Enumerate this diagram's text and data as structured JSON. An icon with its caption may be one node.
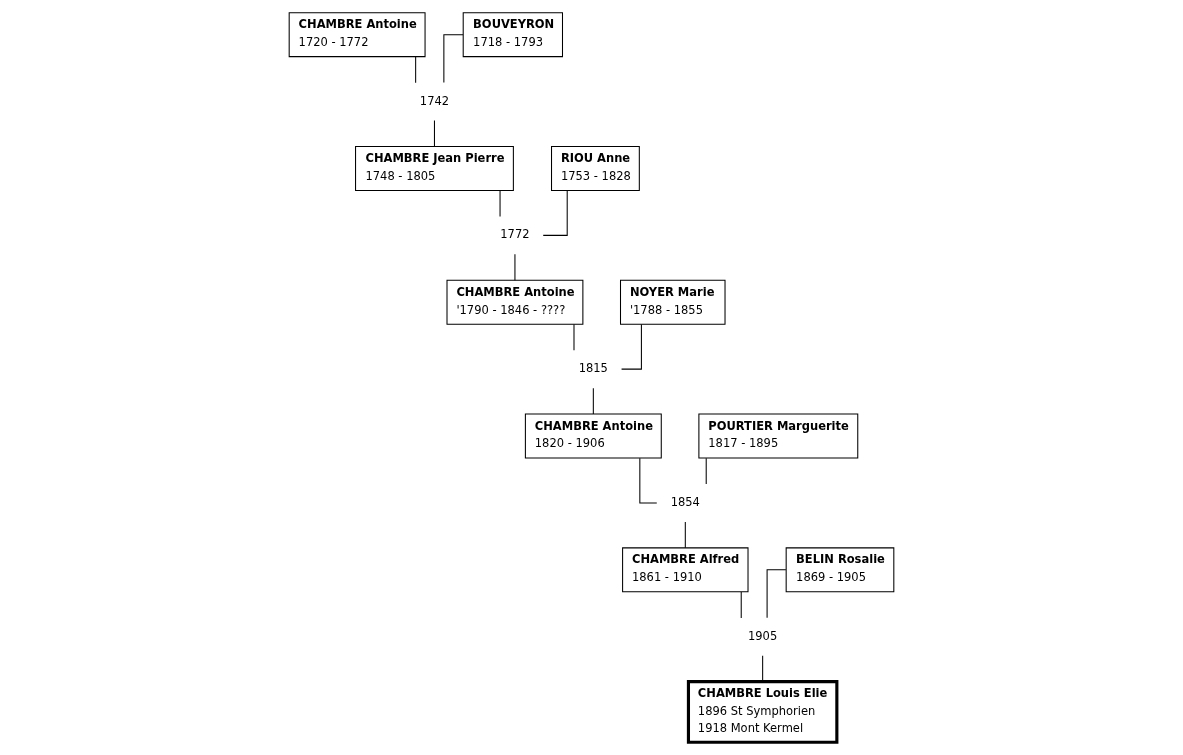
{
  "diagram": {
    "nodes": [
      {
        "text": [
          "CHAMBRE Antoine",
          "1720 - 1772"
        ]
      },
      {
        "text": [
          "BOUVEYRON",
          "1718 - 1793"
        ]
      },
      {
        "text": [
          "1742"
        ]
      },
      {
        "text": [
          "CHAMBRE Jean Pierre",
          "1748 - 1805"
        ]
      },
      {
        "text": [
          "RIOU Anne",
          "1753 - 1828"
        ]
      },
      {
        "text": [
          "1772"
        ]
      },
      {
        "text": [
          "CHAMBRE Antoine",
          "'1790 - 1846 - ????"
        ]
      },
      {
        "text": [
          "NOYER Marie",
          "'1788 - 1855"
        ]
      },
      {
        "text": [
          "1815"
        ]
      },
      {
        "text": [
          "CHAMBRE Antoine",
          "1820 - 1906"
        ]
      },
      {
        "text": [
          "POURTIER Marguerite",
          "1817 - 1895"
        ]
      },
      {
        "text": [
          "1854"
        ]
      },
      {
        "text": [
          "CHAMBRE Alfred",
          "1861 - 1910"
        ]
      },
      {
        "text": [
          "BELIN Rosalie",
          "1869 - 1905"
        ]
      },
      {
        "text": [
          "1905"
        ]
      },
      {
        "text": [
          "CHAMBRE Louis Elie",
          "1896 St Symphorien",
          "1918 Mont Kermel"
        ]
      }
    ],
    "edges": [
      {
        "from": 0,
        "to": 2,
        "arrow": "none"
      },
      {
        "from": 1,
        "to": 2,
        "arrow": "none"
      },
      {
        "from": 2,
        "to": 3,
        "arrow": "none"
      },
      {
        "from": 3,
        "to": 5,
        "arrow": "none"
      },
      {
        "from": 4,
        "to": 5,
        "arrow": "none"
      },
      {
        "from": 5,
        "to": 6,
        "arrow": "none"
      },
      {
        "from": 6,
        "to": 8,
        "arrow": "none"
      },
      {
        "from": 7,
        "to": 8,
        "arrow": "none"
      },
      {
        "from": 8,
        "to": 9,
        "arrow": "none"
      },
      {
        "from": 9,
        "to": 11,
        "arrow": "none"
      },
      {
        "from": 10,
        "to": 11,
        "arrow": "none"
      },
      {
        "from": 11,
        "to": 12,
        "arrow": "none"
      },
      {
        "from": 12,
        "to": 14,
        "arrow": "none"
      },
      {
        "from": 13,
        "to": 14,
        "arrow": "none"
      },
      {
        "from": 14,
        "to": 15,
        "arrow": "none"
      }
    ]
  }
}
